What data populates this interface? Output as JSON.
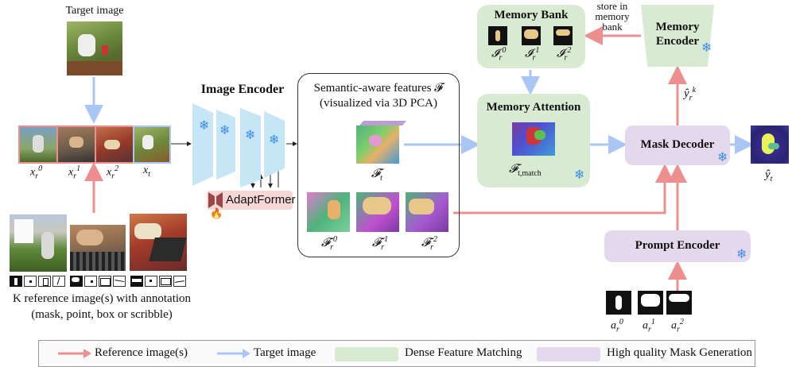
{
  "labels": {
    "target_image": "Target image",
    "image_encoder": "Image Encoder",
    "adaptformer": "AdaptFormer",
    "semantic_line1": "Semantic-aware features 𝓕",
    "semantic_line2": "(visualized via 3D PCA)",
    "memory_bank": "Memory Bank",
    "memory_encoder_1": "Memory",
    "memory_encoder_2": "Encoder",
    "store_1": "store in",
    "store_2": "memory",
    "store_3": "bank",
    "memory_attention": "Memory Attention",
    "mask_decoder": "Mask Decoder",
    "prompt_encoder": "Prompt Encoder",
    "ref_caption_1": "K reference image(s) with annotation",
    "ref_caption_2": "(mask, point, box or scribble)"
  },
  "math": {
    "x_r0": "x",
    "x_r0_sup": "0",
    "x_r1": "x",
    "x_r1_sup": "1",
    "x_r2": "x",
    "x_r2_sup": "2",
    "x_t": "x",
    "F_t": "𝓕",
    "F_r0_sup": "0",
    "F_r1_sup": "1",
    "F_r2_sup": "2",
    "F_tmatch_sub": "t,match",
    "I_r0_sup": "0",
    "I_r1_sup": "1",
    "I_r2_sup": "2",
    "y_rk_sup": "k",
    "a_r0_sup": "0",
    "a_r1_sup": "1",
    "a_r2_sup": "2"
  },
  "legend": {
    "ref": "Reference image(s)",
    "target": "Target image",
    "dense": "Dense Feature Matching",
    "hq": "High quality Mask Generation"
  },
  "colors": {
    "ref_arrow": "#ee8f8f",
    "target_arrow": "#a9c6f5",
    "green_box": "#d9ead3",
    "purple_box": "#e4d9ec",
    "encoder_blue": "#c6e6f6",
    "snowflake": "#3d8fe6"
  },
  "icons": [
    "snowflake-icon",
    "fire-icon",
    "adapter-icon"
  ]
}
